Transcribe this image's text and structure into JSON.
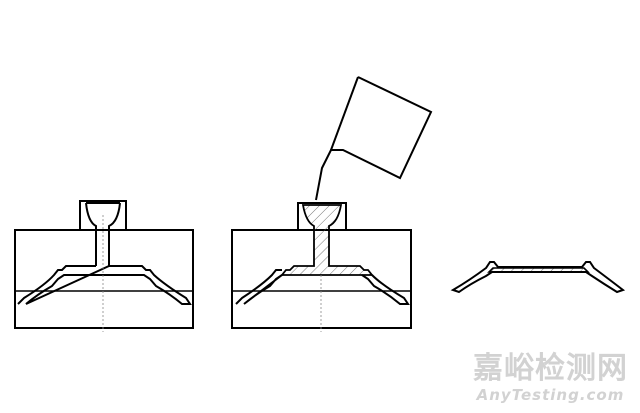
{
  "diagram": {
    "title": "",
    "stages": [
      {
        "id": "mold-empty",
        "description": "Closed mold with sprue and empty casting cavity"
      },
      {
        "id": "mold-pouring",
        "description": "Ladle pouring molten metal into mold; sprue and cavity filled (hatched)"
      },
      {
        "id": "casting",
        "description": "Finished casting removed from mold (hatched section)"
      }
    ],
    "colors": {
      "line": "#000000",
      "background": "#ffffff",
      "watermark": "#d2d2d2"
    }
  },
  "watermark": {
    "chinese": "嘉峪检测网",
    "english": "AnyTesting.com"
  }
}
